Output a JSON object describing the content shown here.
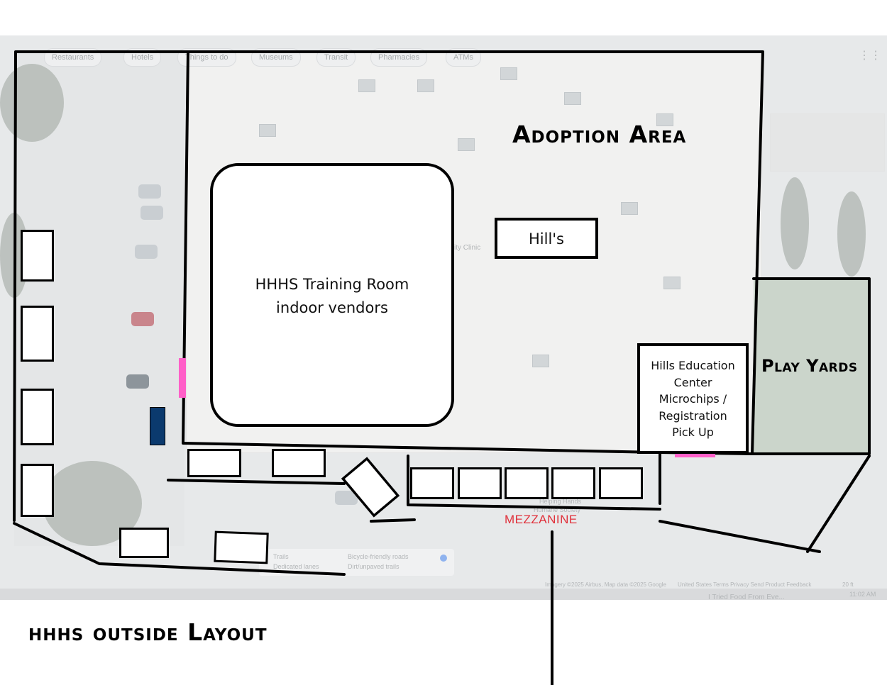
{
  "page_title": "hhhs outside Layout",
  "areas": {
    "adoption": "Adoption Area",
    "play_yards": "Play Yards",
    "mezzanine": "MEZZANINE",
    "hills_booth": "Hill's",
    "training_room_line1": "HHHS Training Room",
    "training_room_line2": "indoor vendors",
    "education_line1": "Hills Education",
    "education_line2": "Center",
    "education_line3": "Microchips /",
    "education_line4": "Registration",
    "education_line5": "Pick Up"
  },
  "map_chips": [
    "Restaurants",
    "Hotels",
    "Things to do",
    "Museums",
    "Transit",
    "Pharmacies",
    "ATMs"
  ],
  "map_legend": {
    "trails": "Trails",
    "dedicated": "Dedicated lanes",
    "bicycle": "Bicycle-friendly roads",
    "dirt": "Dirt/unpaved trails"
  },
  "map_labels": {
    "clinic": "ity Clinic",
    "helping": "Helping Hands",
    "humane": "Humane Society",
    "footer": "Imagery ©2025 Airbus, Map data ©2025 Google",
    "footer_links": "United States   Terms   Privacy   Send Product Feedback",
    "scale": "20 ft",
    "time": "11:02 AM",
    "taskbar": "I Tried Food From Eve..."
  },
  "colors": {
    "outline": "#000000",
    "entrance_marker": "#ff5fc8",
    "accessible_marker": "#0b3a6e",
    "mezzanine_text": "#e0303a"
  }
}
